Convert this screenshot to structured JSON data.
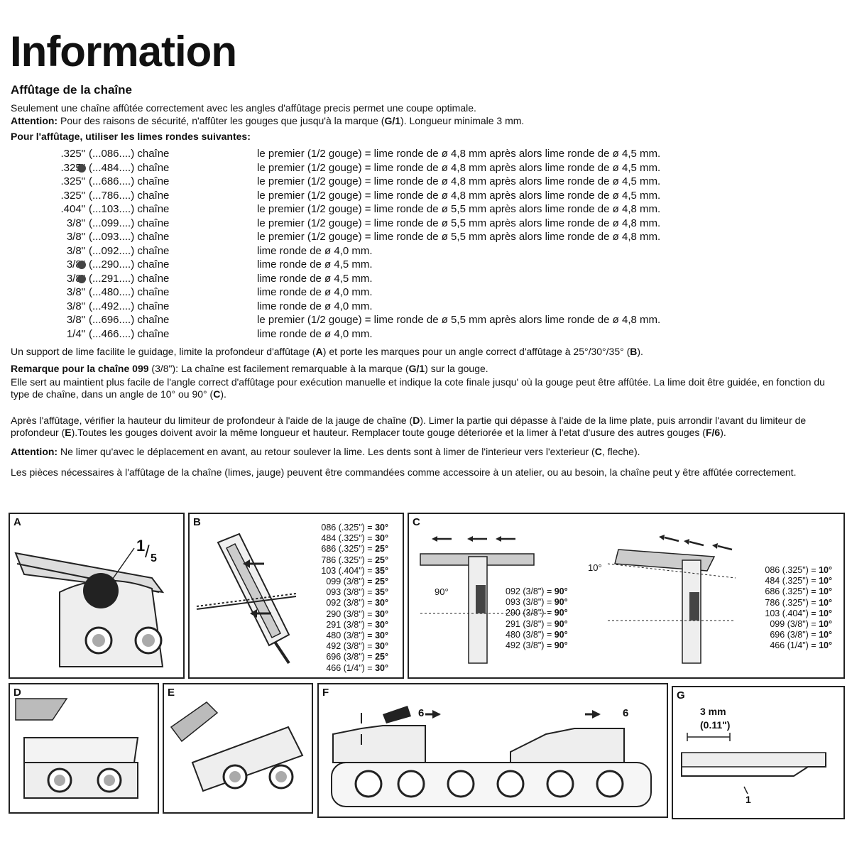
{
  "header": {
    "title": "Information",
    "subtitle": "Affûtage de la chaîne"
  },
  "intro": {
    "line1": "Seulement une chaîne affûtée correctement avec les angles d'affûtage precis permet une coupe optimale.",
    "attention_label": "Attention:",
    "attention_text": " Pour des raisons de sécurité, n'affûter les gouges que jusqu'à la marque (",
    "attention_mark": "G/1",
    "attention_end": "). Longueur minimale 3 mm.",
    "files_heading": "Pour l'affûtage, utiliser les limes rondes suivantes:"
  },
  "files_table": [
    {
      "pitch": ".325\"",
      "code": "(...086....) chaîne",
      "text": "le premier (1/2 gouge) = lime ronde de ø 4,8 mm après alors lime ronde de ø 4,5 mm.",
      "icon": false
    },
    {
      "pitch": ".325\"",
      "code": "(...484....) chaîne",
      "text": "le premier (1/2 gouge) = lime ronde de ø 4,8 mm après alors lime ronde de ø 4,5 mm.",
      "icon": true
    },
    {
      "pitch": ".325\"",
      "code": "(...686....) chaîne",
      "text": "le premier (1/2 gouge) = lime ronde de ø 4,8 mm après alors lime ronde de ø 4,5 mm.",
      "icon": false
    },
    {
      "pitch": ".325\"",
      "code": "(...786....) chaîne",
      "text": "le premier (1/2 gouge) = lime ronde de ø 4,8 mm après alors lime ronde de ø 4,5 mm.",
      "icon": false
    },
    {
      "pitch": ".404\"",
      "code": "(...103....) chaîne",
      "text": "le premier (1/2 gouge) = lime ronde de ø 5,5 mm après alors lime ronde de ø 4,8 mm.",
      "icon": false
    },
    {
      "pitch": "3/8\"",
      "code": "(...099....) chaîne",
      "text": "le premier (1/2 gouge) = lime ronde de ø 5,5 mm après alors lime ronde de ø 4,8 mm.",
      "icon": false
    },
    {
      "pitch": "3/8\"",
      "code": "(...093....) chaîne",
      "text": "le premier (1/2 gouge) = lime ronde de ø 5,5 mm après alors lime ronde de ø 4,8 mm.",
      "icon": false
    },
    {
      "pitch": "3/8\"",
      "code": "(...092....) chaîne",
      "text": "lime ronde de ø 4,0 mm.",
      "icon": false
    },
    {
      "pitch": "3/8\"",
      "code": "(...290....) chaîne",
      "text": "lime ronde de ø 4,5 mm.",
      "icon": true
    },
    {
      "pitch": "3/8\"",
      "code": "(...291....) chaîne",
      "text": "lime ronde de ø 4,5 mm.",
      "icon": true
    },
    {
      "pitch": "3/8\"",
      "code": "(...480....) chaîne",
      "text": "lime ronde de ø 4,0 mm.",
      "icon": false
    },
    {
      "pitch": "3/8\"",
      "code": "(...492....) chaîne",
      "text": "lime ronde de ø 4,0 mm.",
      "icon": false
    },
    {
      "pitch": "3/8\"",
      "code": "(...696....) chaîne",
      "text": "le premier (1/2 gouge) = lime ronde de ø 5,5 mm après alors lime ronde de ø 4,8 mm.",
      "icon": false
    },
    {
      "pitch": "1/4\"",
      "code": "(...466....) chaîne",
      "text": "lime ronde de ø 4,0 mm.",
      "icon": false
    }
  ],
  "paragraphs": {
    "support_a": "Un support de lime facilite le guidage, limite la profondeur d'affûtage (",
    "support_A": "A",
    "support_b": ") et porte les marques pour un angle correct d'affûtage à 25°/30°/35° (",
    "support_B": "B",
    "support_end": ").",
    "remark_label": "Remarque pour la chaîne 099",
    "remark_a": " (3/8\"): La chaîne est facilement remarquable à la marque (",
    "remark_mark": "G/1",
    "remark_end": ") sur la gouge.",
    "holder_a": "Elle sert au maintient plus facile de l'angle correct d'affûtage pour exécution manuelle et indique la cote finale jusqu' où la gouge peut être affûtée. La lime doit être guidée, en fonction du type de chaîne, dans un  angle de 10° ou 90° (",
    "holder_C": "C",
    "holder_end": ").",
    "after_a": "Après l'affûtage, vérifier la hauteur du limiteur de profondeur à l'aide de la jauge de chaîne (",
    "after_D": "D",
    "after_b": "). Limer la partie qui dépasse à l'aide de la lime plate, puis arrondir l'avant du limiteur de profondeur (",
    "after_E": "E",
    "after_c": ").Toutes les gouges doivent avoir la même longueur et hauteur. Remplacer toute gouge déteriorée et la limer à l'etat d'usure des autres gouges (",
    "after_F": "F/6",
    "after_end": ").",
    "att2_label": "Attention:",
    "att2_a": " Ne limer qu'avec le déplacement en avant, au retour soulever la lime. Les dents sont à limer de l'interieur vers l'exterieur (",
    "att2_C": "C",
    "att2_end": ", fleche).",
    "parts": "Les pièces nécessaires à l'affûtage de la chaîne (limes, jauge) peuvent être commandées comme accessoire à un atelier, ou au besoin, la chaîne peut y être affûtée correctement."
  },
  "figures": {
    "A": {
      "label": "A",
      "fraction_num": "1",
      "fraction_den": "5"
    },
    "B": {
      "label": "B",
      "specs": [
        {
          "chain": "086 (.325\") =",
          "angle": "30°"
        },
        {
          "chain": "484 (.325\") =",
          "angle": "30°"
        },
        {
          "chain": "686 (.325\") =",
          "angle": "25°"
        },
        {
          "chain": "786 (.325\") =",
          "angle": "25°"
        },
        {
          "chain": "103 (.404\") =",
          "angle": "35°"
        },
        {
          "chain": "099 (3/8\") =",
          "angle": "25°"
        },
        {
          "chain": "093 (3/8\") =",
          "angle": "35°"
        },
        {
          "chain": "092 (3/8\") =",
          "angle": "30°"
        },
        {
          "chain": "290 (3/8\") =",
          "angle": "30°"
        },
        {
          "chain": "291 (3/8\") =",
          "angle": "30°"
        },
        {
          "chain": "480 (3/8\") =",
          "angle": "30°"
        },
        {
          "chain": "492 (3/8\") =",
          "angle": "30°"
        },
        {
          "chain": "696 (3/8\") =",
          "angle": "25°"
        },
        {
          "chain": "466 (1/4\") =",
          "angle": "30°"
        }
      ]
    },
    "C": {
      "label": "C",
      "angle_90": "90°",
      "angle_10": "10°",
      "specs_90": [
        {
          "chain": "092 (3/8\") =",
          "angle": "90°"
        },
        {
          "chain": "093 (3/8\") =",
          "angle": "90°"
        },
        {
          "chain": "290 (3/8\") =",
          "angle": "90°"
        },
        {
          "chain": "291 (3/8\") =",
          "angle": "90°"
        },
        {
          "chain": "480 (3/8\") =",
          "angle": "90°"
        },
        {
          "chain": "492 (3/8\") =",
          "angle": "90°"
        }
      ],
      "specs_10": [
        {
          "chain": "086 (.325\") =",
          "angle": "10°"
        },
        {
          "chain": "484 (.325\") =",
          "angle": "10°"
        },
        {
          "chain": "686 (.325\") =",
          "angle": "10°"
        },
        {
          "chain": "786 (.325\") =",
          "angle": "10°"
        },
        {
          "chain": "103 (.404\") =",
          "angle": "10°"
        },
        {
          "chain": "099 (3/8\") =",
          "angle": "10°"
        },
        {
          "chain": "696 (3/8\") =",
          "angle": "10°"
        },
        {
          "chain": "466 (1/4\") =",
          "angle": "10°"
        }
      ]
    },
    "D": {
      "label": "D"
    },
    "E": {
      "label": "E"
    },
    "F": {
      "label": "F",
      "dim_left": "6",
      "dim_right": "6"
    },
    "G": {
      "label": "G",
      "dim_mm": "3 mm",
      "dim_in": "(0.11\")",
      "callout": "1"
    }
  }
}
